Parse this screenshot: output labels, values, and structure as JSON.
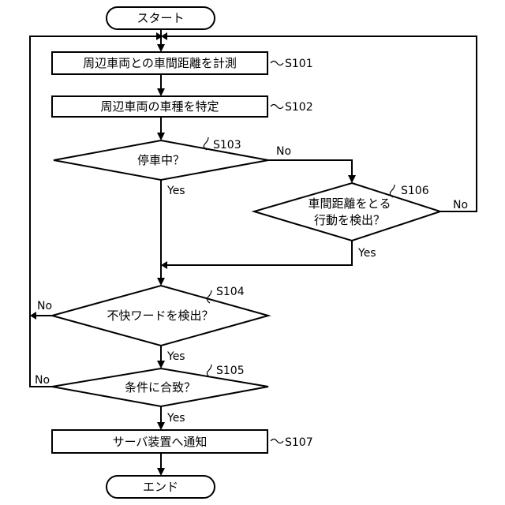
{
  "diagram": {
    "nodes": {
      "start": {
        "label": "スタート"
      },
      "s101": {
        "label": "周辺車両との車間距離を計測",
        "step": "S101"
      },
      "s102": {
        "label": "周辺車両の車種を特定",
        "step": "S102"
      },
      "s103": {
        "label": "停車中？",
        "step": "S103"
      },
      "s106": {
        "line1": "車間距離をとる",
        "line2": "行動を検出？",
        "step": "S106"
      },
      "s104": {
        "label": "不快ワードを検出？",
        "step": "S104"
      },
      "s105": {
        "label": "条件に合致？",
        "step": "S105"
      },
      "s107": {
        "label": "サーバ装置へ通知",
        "step": "S107"
      },
      "end": {
        "label": "エンド"
      }
    },
    "edges": {
      "s103_no": "No",
      "s103_yes": "Yes",
      "s106_no": "No",
      "s106_yes": "Yes",
      "s104_no": "No",
      "s104_yes": "Yes",
      "s105_no": "No",
      "s105_yes": "Yes"
    }
  }
}
